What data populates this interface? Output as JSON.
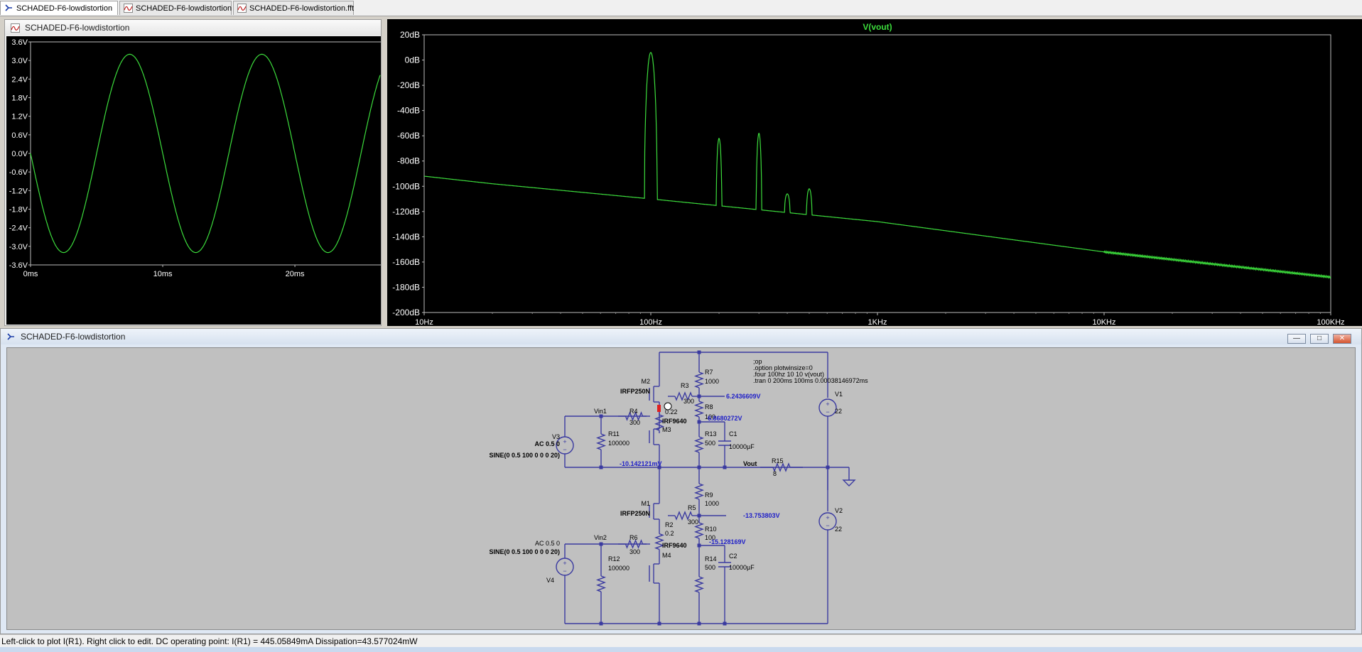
{
  "tabs": [
    {
      "label": "SCHADED-F6-lowdistortion",
      "icon": "schematic-icon"
    },
    {
      "label": "SCHADED-F6-lowdistortion",
      "icon": "waveform-icon"
    },
    {
      "label": "SCHADED-F6-lowdistortion.fft",
      "icon": "waveform-icon"
    }
  ],
  "time_plot": {
    "title": "SCHADED-F6-lowdistortion",
    "chart_data": {
      "type": "line",
      "title": "",
      "xlabel": "",
      "ylabel": "",
      "x_ticks": [
        "0ms",
        "10ms",
        "20ms"
      ],
      "y_ticks": [
        "3.6V",
        "3.0V",
        "2.4V",
        "1.8V",
        "1.2V",
        "0.6V",
        "0.0V",
        "-0.6V",
        "-1.2V",
        "-1.8V",
        "-2.4V",
        "-3.0V",
        "-3.6V"
      ],
      "ylim": [
        -3.6,
        3.6
      ],
      "xlim_ms": [
        0,
        26.5
      ],
      "series": [
        {
          "color": "#3cdc3c",
          "amplitude_v": 3.2,
          "frequency_hz": 100,
          "phase": "starts at 0V going negative"
        }
      ],
      "grid": false
    }
  },
  "fft_plot": {
    "chart_data": {
      "type": "line",
      "title": "V(vout)",
      "xlabel": "",
      "ylabel": "",
      "x_scale": "log",
      "x_ticks": [
        "10Hz",
        "100Hz",
        "1KHz",
        "10KHz",
        "100KHz"
      ],
      "y_ticks": [
        "20dB",
        "0dB",
        "-20dB",
        "-40dB",
        "-60dB",
        "-80dB",
        "-100dB",
        "-120dB",
        "-140dB",
        "-160dB",
        "-180dB",
        "-200dB"
      ],
      "ylim": [
        -200,
        20
      ],
      "xlim_hz": [
        10,
        100000
      ],
      "series": [
        {
          "name": "V(vout)",
          "color": "#3cdc3c",
          "floor": [
            [
              10,
              -92
            ],
            [
              20,
              -98
            ],
            [
              100,
              -110
            ],
            [
              1000,
              -128
            ],
            [
              10000,
              -152
            ],
            [
              100000,
              -172
            ]
          ],
          "peaks": [
            [
              100,
              6
            ],
            [
              200,
              -62
            ],
            [
              300,
              -58
            ],
            [
              400,
              -106
            ],
            [
              500,
              -102
            ]
          ]
        }
      ],
      "grid": false
    }
  },
  "schematic_window": {
    "title": "SCHADED-F6-lowdistortion",
    "buttons": [
      "minimize-button",
      "maximize-button",
      "close-button"
    ],
    "directives": [
      ";op",
      ".option plotwinsize=0",
      ".four 100hz 10 10 v(vout)",
      ".tran 0 200ms 100ms 0.00038146972ms"
    ],
    "components": {
      "R7": [
        "R7",
        "1000"
      ],
      "R3": [
        "R3",
        "300"
      ],
      "R8": [
        "R8",
        "100"
      ],
      "R13": [
        "R13",
        "500"
      ],
      "C1": [
        "C1",
        "10000µF"
      ],
      "R4": [
        "R4",
        "300"
      ],
      "R11": [
        "R11",
        "100000"
      ],
      "R15": [
        "R15",
        "8"
      ],
      "R9": [
        "R9",
        "1000"
      ],
      "R5": [
        "R5",
        "300"
      ],
      "R10": [
        "R10",
        "100"
      ],
      "R14": [
        "R14",
        "500"
      ],
      "C2": [
        "C2",
        "10000µF"
      ],
      "R2": [
        "R2",
        "0.2"
      ],
      "R6": [
        "R6",
        "300"
      ],
      "R12": [
        "R12",
        "100000"
      ],
      "R1val": "0.22",
      "M2": [
        "M2",
        "IRFP250N"
      ],
      "M3": [
        "M3",
        "IRF9640"
      ],
      "M1": [
        "M1",
        "IRFP250N"
      ],
      "M4": [
        "M4",
        "IRF9640"
      ],
      "V1": [
        "V1",
        "22"
      ],
      "V2": [
        "V2",
        "22"
      ],
      "V3": [
        "V3",
        "AC 0.5 0",
        "SINE(0 0.5 100 0 0 0 20)"
      ],
      "V4": [
        "V4",
        "AC 0.5 0",
        "SINE(0 0.5 100 0 0 0 20)"
      ]
    },
    "nets": {
      "vin1": "Vin1",
      "vin2": "Vin2",
      "vout": "Vout"
    },
    "voltages": [
      "6.2436609V",
      "6.8680272V",
      "-10.142121mV",
      "-13.753803V",
      "-15.128169V"
    ]
  },
  "status_bar": "Left-click to plot I(R1).  Right click to edit.  DC operating point: I(R1) = 445.05849mA   Dissipation=43.577024mW",
  "colors": {
    "trace": "#3cdc3c",
    "schematic": "#3a3aa0",
    "schematic_bg": "#c0c0c0",
    "annotation": "#2020c8"
  }
}
